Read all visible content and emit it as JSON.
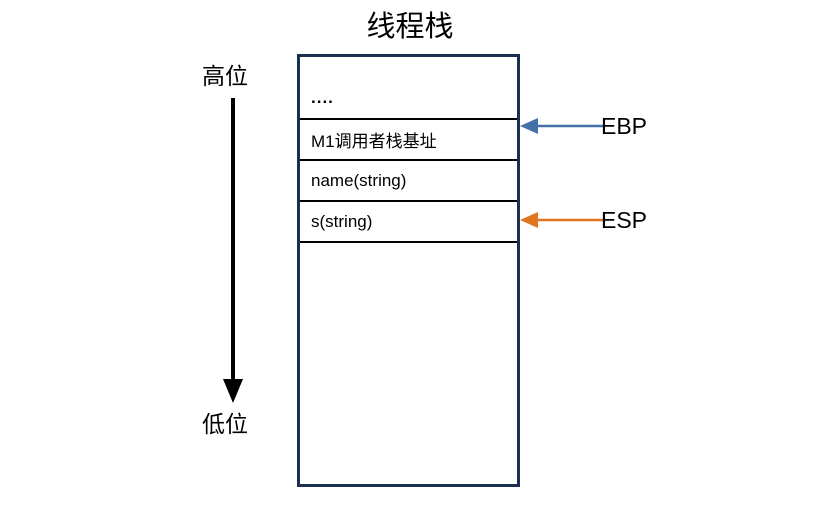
{
  "diagram": {
    "title": "线程栈",
    "type": "stack-memory-layout",
    "box": {
      "border_color": "#1b2f4e",
      "rows": [
        {
          "id": "ellipsis",
          "label": "....",
          "kind": "dots"
        },
        {
          "id": "caller-base",
          "label": "M1调用者栈基址",
          "kind": "text"
        },
        {
          "id": "name-var",
          "label": "name(string)",
          "kind": "text"
        },
        {
          "id": "s-var",
          "label": "s(string)",
          "kind": "text"
        }
      ]
    },
    "axis": {
      "high_label": "高位",
      "low_label": "低位",
      "direction": "downward",
      "color": "#000000"
    },
    "pointers": [
      {
        "id": "ebp",
        "label": "EBP",
        "color": "#4472a8",
        "points_to": "M1调用者栈基址"
      },
      {
        "id": "esp",
        "label": "ESP",
        "color": "#e0761f",
        "points_to": "s(string)"
      }
    ]
  }
}
